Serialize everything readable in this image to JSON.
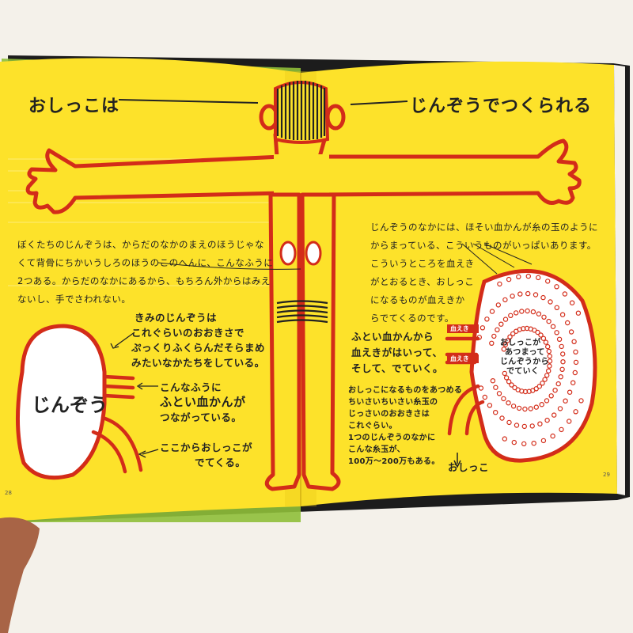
{
  "book": {
    "title_left": "おしっこは",
    "title_right": "じんぞうでつくられる",
    "left_paragraph": [
      "ぼくたちのじんぞうは、からだのなかのまえのほうじゃな",
      "くて背骨にちかいうしろのほうのこのへんに、こんなふうに",
      "2つある。からだのなかにあるから、もちろん外からはみえ",
      "ないし、手でさわれない。"
    ],
    "right_paragraph": [
      "じんぞうのなかには、ほそい血かんが糸の玉のように",
      "からまっている、こういうものがいっぱいあります。",
      "こういうところを血えき",
      "がとおるとき、おしっこ",
      "になるものが血えきか",
      "らでてくるのです。"
    ],
    "kidney_label": "じんぞう",
    "note_shape": [
      "きみのじんぞうは",
      "これぐらいのおおきさで",
      "ぷっくりふくらんだそらまめ",
      "みたいなかたちをしている。"
    ],
    "note_vessel": [
      "こんなふうに",
      "ふとい血かんが",
      "つながっている。"
    ],
    "note_urine": [
      "ここからおしっこが",
      "でてくる。"
    ],
    "note_blood": [
      "ふとい血かんから",
      "血えきがはいって、",
      "そして、でていく。"
    ],
    "tag_blood_top": "血えき",
    "tag_blood_bottom": "血えき",
    "kidney_center": [
      "おしっこが",
      "あつまって",
      "じんぞうから",
      "でていく"
    ],
    "note_small": [
      "おしっこになるものをあつめる",
      "ちいさいちいさい糸玉の",
      "じっさいのおおきさは",
      "これぐらい。",
      "1つのじんぞうのなかに",
      "こんな糸玉が、",
      "100万〜200万もある。"
    ],
    "urine_label": "おしっこ",
    "page_left": "28",
    "page_right": "29"
  },
  "colors": {
    "page": "#fde22a",
    "outline": "#d32c19",
    "ink": "#222222",
    "kidney_fill": "#ffffff",
    "table": "#f4f1ea",
    "hand": "#a86446"
  }
}
